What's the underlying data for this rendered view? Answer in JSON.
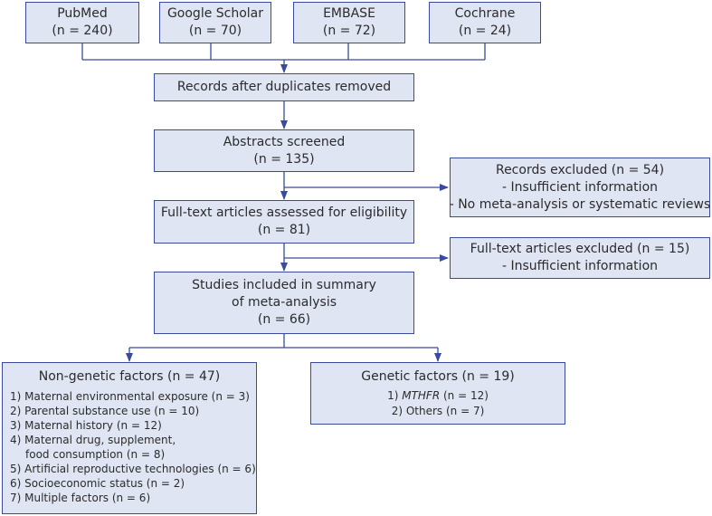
{
  "sources": [
    {
      "name": "PubMed",
      "count": "(n = 240)"
    },
    {
      "name": "Google Scholar",
      "count": "(n = 70)"
    },
    {
      "name": "EMBASE",
      "count": "(n = 72)"
    },
    {
      "name": "Cochrane",
      "count": "(n = 24)"
    }
  ],
  "dedup": {
    "label": "Records after duplicates removed"
  },
  "screened": {
    "line1": "Abstracts screened",
    "line2": "(n = 135)"
  },
  "excluded1": {
    "line1": "Records excluded (n = 54)",
    "line2": "- Insufficient information",
    "line3": "- No meta-analysis or systematic reviews"
  },
  "fulltext": {
    "line1": "Full-text articles assessed for eligibility",
    "line2": "(n = 81)"
  },
  "excluded2": {
    "line1": "Full-text articles excluded (n = 15)",
    "line2": "- Insufficient information"
  },
  "included": {
    "line1": "Studies included in summary",
    "line2": "of meta-analysis",
    "line3": "(n = 66)"
  },
  "nongenetic": {
    "title": "Non-genetic factors (n = 47)",
    "items": [
      "1) Maternal environmental exposure (n = 3)",
      "2) Parental substance use (n = 10)",
      "3) Maternal history (n = 12)",
      "4) Maternal drug, supplement,",
      "food consumption (n = 8)",
      "5) Artificial reproductive technologies (n = 6)",
      "6) Socioeconomic status (n = 2)",
      "7) Multiple factors (n = 6)"
    ]
  },
  "genetic": {
    "title": "Genetic factors (n = 19)",
    "item1_prefix": "1) ",
    "item1_gene": "MTHFR",
    "item1_suffix": " (n = 12)",
    "item2": "2) Others (n = 7)"
  },
  "colors": {
    "box_fill": "#dfe5f3",
    "line": "#3a4a9c",
    "text": "#2b2b2b"
  }
}
